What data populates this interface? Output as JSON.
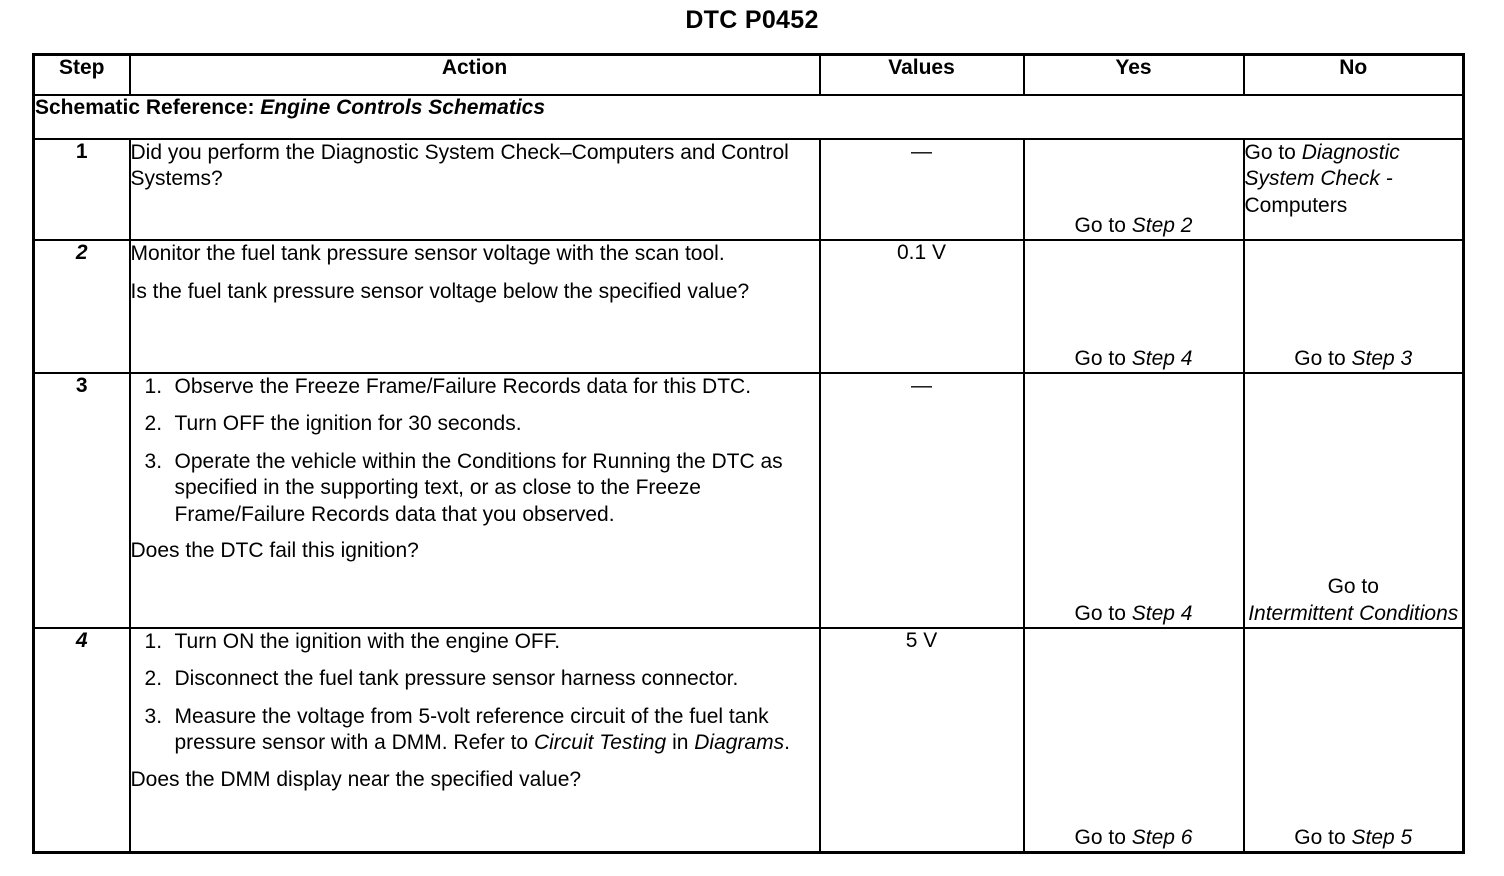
{
  "document": {
    "title": "DTC P0452"
  },
  "table": {
    "headers": {
      "step": "Step",
      "action": "Action",
      "values": "Values",
      "yes": "Yes",
      "no": "No"
    },
    "schematic_reference": {
      "label": "Schematic Reference:",
      "value": "Engine Controls Schematics"
    },
    "rows": [
      {
        "step": "1",
        "action": {
          "paragraphs": [
            "Did you perform the Diagnostic System Check–Computers and Control Systems?"
          ],
          "list": []
        },
        "values": "—",
        "yes": {
          "prefix": "Go to ",
          "emphasis": "Step 2",
          "suffix": ""
        },
        "no": {
          "prefix": "Go to ",
          "emphasis": "Diagnostic System Check -",
          "suffix": "Computers"
        }
      },
      {
        "step": "2",
        "action": {
          "paragraphs": [
            "Monitor the fuel tank pressure sensor voltage with the scan tool.",
            "Is the fuel tank pressure sensor voltage below the specified value?"
          ],
          "list": []
        },
        "values": "0.1 V",
        "yes": {
          "prefix": "Go to ",
          "emphasis": "Step 4",
          "suffix": ""
        },
        "no": {
          "prefix": "Go to ",
          "emphasis": "Step 3",
          "suffix": ""
        }
      },
      {
        "step": "3",
        "action": {
          "list": [
            "Observe the Freeze Frame/Failure Records data for this DTC.",
            "Turn OFF the ignition for 30 seconds.",
            "Operate the vehicle within the Conditions for Running the DTC as specified in the supporting text, or as close to the Freeze Frame/Failure Records data that you observed."
          ],
          "trailing": "Does the DTC fail this ignition?"
        },
        "values": "—",
        "yes": {
          "prefix": "Go to ",
          "emphasis": "Step 4",
          "suffix": ""
        },
        "no": {
          "prefix": "Go to ",
          "emphasis": "Intermittent Conditions",
          "suffix": ""
        }
      },
      {
        "step": "4",
        "action": {
          "list_rich": [
            {
              "text": "Turn ON the ignition with the engine OFF."
            },
            {
              "text": "Disconnect the fuel tank pressure sensor harness connector."
            },
            {
              "text_pre": "Measure the voltage from 5-volt reference circuit of the fuel tank pressure sensor with a DMM. Refer to ",
              "em1": "Circuit Testing",
              "mid": " in ",
              "em2": "Diagrams",
              "text_post": "."
            }
          ],
          "trailing": "Does the DMM display near the specified value?"
        },
        "values": "5 V",
        "yes": {
          "prefix": "Go to ",
          "emphasis": "Step 6",
          "suffix": ""
        },
        "no": {
          "prefix": "Go to ",
          "emphasis": "Step 5",
          "suffix": ""
        }
      }
    ]
  }
}
